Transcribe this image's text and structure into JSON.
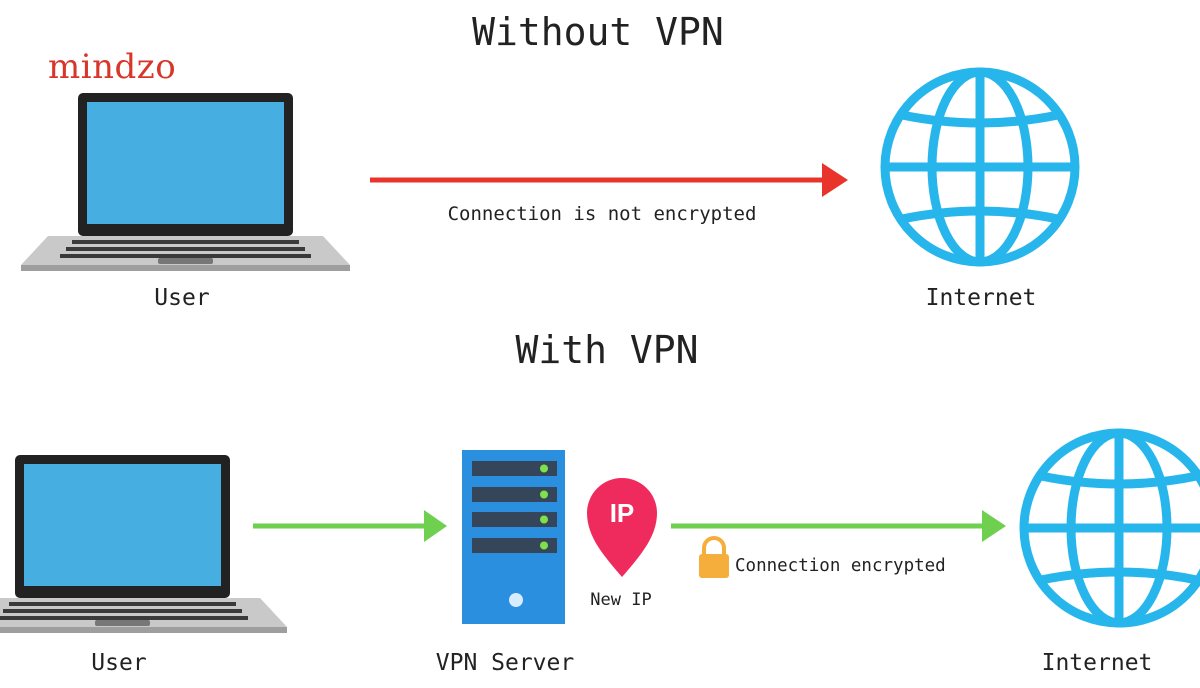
{
  "brand": {
    "logo_text": "mindzo",
    "logo_color": "#d8362b"
  },
  "without_vpn": {
    "title": "Without VPN",
    "user_label": "User",
    "connection_label": "Connection is not encrypted",
    "internet_label": "Internet",
    "arrow_color": "#e8342a",
    "icons": [
      "laptop-icon",
      "globe-icon"
    ]
  },
  "with_vpn": {
    "title": "With VPN",
    "user_label": "User",
    "server_label": "VPN Server",
    "ip_badge_text": "IP",
    "new_ip_label": "New IP",
    "connection_label": "Connection encrypted",
    "internet_label": "Internet",
    "arrow_color": "#6fcf4f",
    "icons": [
      "laptop-icon",
      "server-icon",
      "location-pin-icon",
      "lock-icon",
      "globe-icon"
    ]
  },
  "colors": {
    "screen": "#46aee0",
    "globe": "#27b6ec",
    "server": "#2b8fe0",
    "pin": "#ef2b5e",
    "lock": "#f5ae3c"
  }
}
